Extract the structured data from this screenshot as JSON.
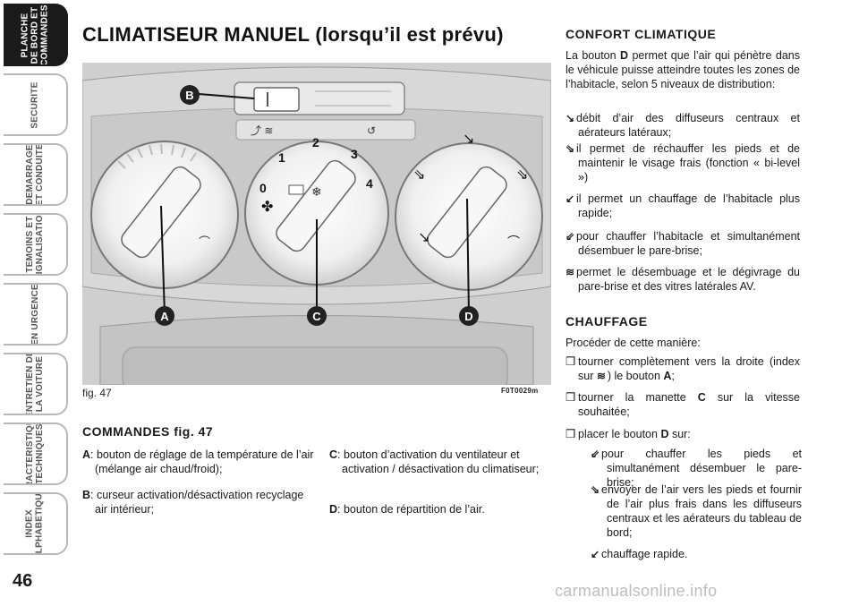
{
  "sidebar": {
    "tabs": [
      {
        "label": "PLANCHE\nDE BORD ET\nCOMMANDES",
        "active": true
      },
      {
        "label": "SECURITE"
      },
      {
        "label": "DEMARRAGE\nET CONDUITE"
      },
      {
        "label": "TEMOINS ET\nSIGNALISATION"
      },
      {
        "label": "EN URGENCE"
      },
      {
        "label": "ENTRETIEN DE\nLA VOITURE"
      },
      {
        "label": "CARACTERISTIQUES\nTECHNIQUES"
      },
      {
        "label": "INDEX\nALPHABETIQUE"
      }
    ],
    "page_number": "46"
  },
  "title": {
    "main": "CLIMATISEUR MANUEL",
    "sub": "(lorsqu’il est prévu)"
  },
  "figure": {
    "caption": "fig. 47",
    "code": "F0T0029m",
    "callouts": [
      "A",
      "B",
      "C",
      "D"
    ],
    "dial_numbers": [
      "0",
      "1",
      "2",
      "3",
      "4"
    ]
  },
  "commands": {
    "heading": "COMMANDES fig. 47",
    "items": [
      {
        "key": "A",
        "text": ": bouton de réglage de la température de l’air (mélange air chaud/froid);"
      },
      {
        "key": "B",
        "text": ": curseur activation/désactivation recyclage air intérieur;"
      },
      {
        "key": "C",
        "text": ": bouton d’activation du ventilateur et activation / désactivation du climatiseur;"
      },
      {
        "key": "D",
        "text": ": bouton de répartition de l’air."
      }
    ]
  },
  "confort": {
    "heading": "CONFORT CLIMATIQUE",
    "intro_pre": "La bouton ",
    "intro_key": "D",
    "intro_post": " permet que l’air qui pénètre dans le véhicule puisse atteindre toutes les zones de l’habitacle, selon 5 niveaux de distribution:",
    "items": [
      "débit d’air des diffuseurs centraux et aérateurs latéraux;",
      "il permet de réchauffer les pieds et de maintenir le visage frais (fonction « bi-level »)",
      "il permet un chauffage de l’habitacle plus rapide;",
      "pour chauffer l’habitacle et simultanément désembuer le pare-brise;",
      "permet le désembuage et le dégivrage du pare-brise et des vitres latérales AV."
    ]
  },
  "chauffage": {
    "heading": "CHAUFFAGE",
    "intro": "Procéder de cette manière:",
    "step1_pre": "tourner complètement vers la droite (index sur ",
    "step1_mid": ") le bouton ",
    "step1_key": "A",
    "step1_post": ";",
    "step2_pre": "tourner la manette ",
    "step2_key": "C",
    "step2_post": " sur la vitesse souhaitée;",
    "step3_pre": "placer le bouton ",
    "step3_key": "D",
    "step3_post": " sur:",
    "subitems": [
      "pour chauffer les pieds et simultanément désembuer le pare-brise;",
      "envoyer de l’air vers les pieds et fournir de l’air plus frais dans les diffuseurs centraux et les aérateurs du tableau de bord;",
      "chauffage rapide."
    ]
  },
  "watermark": "carmanualsonline.info"
}
